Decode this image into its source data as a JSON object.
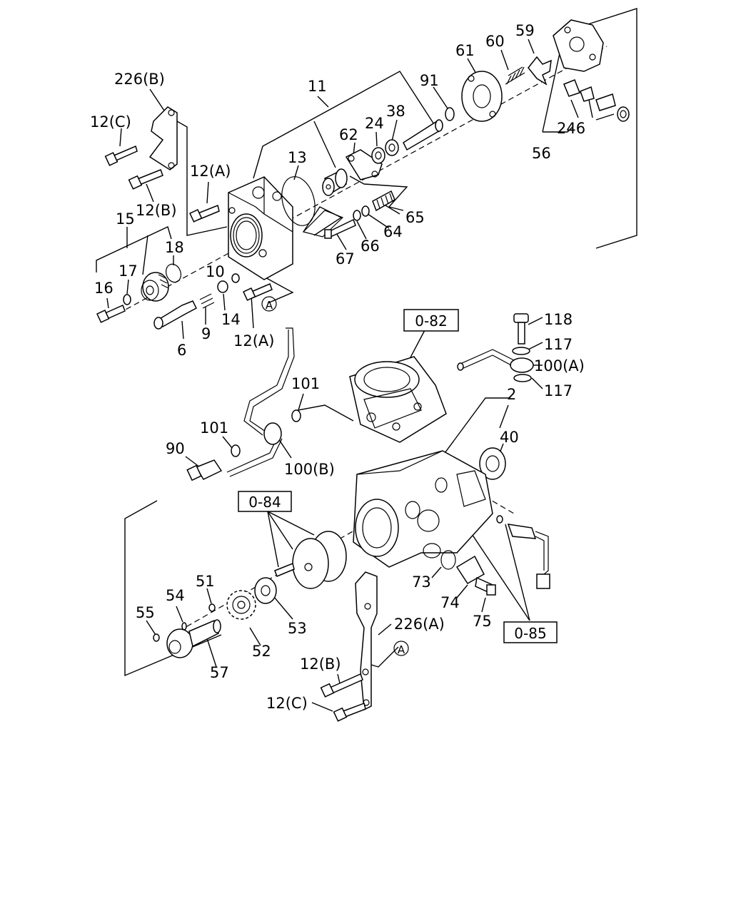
{
  "diagram": {
    "labels": [
      {
        "id": "226b",
        "text": "226(B)"
      },
      {
        "id": "12c_top",
        "text": "12(C)"
      },
      {
        "id": "12b_top",
        "text": "12(B)"
      },
      {
        "id": "12a_top",
        "text": "12(A)"
      },
      {
        "id": "11",
        "text": "11"
      },
      {
        "id": "13",
        "text": "13"
      },
      {
        "id": "15",
        "text": "15"
      },
      {
        "id": "18",
        "text": "18"
      },
      {
        "id": "17",
        "text": "17"
      },
      {
        "id": "16",
        "text": "16"
      },
      {
        "id": "10",
        "text": "10"
      },
      {
        "id": "14",
        "text": "14"
      },
      {
        "id": "9",
        "text": "9"
      },
      {
        "id": "6",
        "text": "6"
      },
      {
        "id": "12a_bot",
        "text": "12(A)"
      },
      {
        "id": "62",
        "text": "62"
      },
      {
        "id": "24",
        "text": "24"
      },
      {
        "id": "38",
        "text": "38"
      },
      {
        "id": "91",
        "text": "91"
      },
      {
        "id": "61",
        "text": "61"
      },
      {
        "id": "60",
        "text": "60"
      },
      {
        "id": "59",
        "text": "59"
      },
      {
        "id": "246",
        "text": "246"
      },
      {
        "id": "56",
        "text": "56"
      },
      {
        "id": "65",
        "text": "65"
      },
      {
        "id": "64",
        "text": "64"
      },
      {
        "id": "66",
        "text": "66"
      },
      {
        "id": "67",
        "text": "67"
      },
      {
        "id": "118",
        "text": "118"
      },
      {
        "id": "117a",
        "text": "117"
      },
      {
        "id": "100a",
        "text": "100(A)"
      },
      {
        "id": "117b",
        "text": "117"
      },
      {
        "id": "101a",
        "text": "101"
      },
      {
        "id": "101b",
        "text": "101"
      },
      {
        "id": "90",
        "text": "90"
      },
      {
        "id": "100b",
        "text": "100(B)"
      },
      {
        "id": "2",
        "text": "2"
      },
      {
        "id": "40",
        "text": "40"
      },
      {
        "id": "51",
        "text": "51"
      },
      {
        "id": "54",
        "text": "54"
      },
      {
        "id": "55",
        "text": "55"
      },
      {
        "id": "53",
        "text": "53"
      },
      {
        "id": "52",
        "text": "52"
      },
      {
        "id": "57",
        "text": "57"
      },
      {
        "id": "73",
        "text": "73"
      },
      {
        "id": "74",
        "text": "74"
      },
      {
        "id": "75",
        "text": "75"
      },
      {
        "id": "226a",
        "text": "226(A)"
      },
      {
        "id": "12b_bot",
        "text": "12(B)"
      },
      {
        "id": "12c_bot",
        "text": "12(C)"
      }
    ],
    "refs": [
      {
        "id": "o82",
        "text": "0-82"
      },
      {
        "id": "o84",
        "text": "0-84"
      },
      {
        "id": "o85",
        "text": "0-85"
      }
    ],
    "markers": [
      {
        "id": "a1",
        "text": "A"
      },
      {
        "id": "a2",
        "text": "A"
      }
    ]
  }
}
